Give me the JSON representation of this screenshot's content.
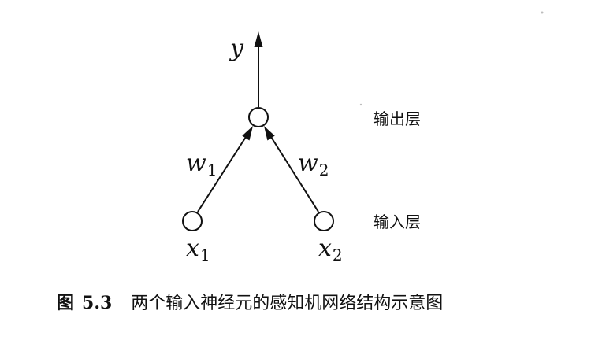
{
  "output": {
    "symbol": "y"
  },
  "weights": [
    {
      "symbol": "w",
      "subscript": "1"
    },
    {
      "symbol": "w",
      "subscript": "2"
    }
  ],
  "inputs": [
    {
      "symbol": "x",
      "subscript": "1"
    },
    {
      "symbol": "x",
      "subscript": "2"
    }
  ],
  "layers": {
    "output_layer": "输出层",
    "input_layer": "输入层"
  },
  "caption": {
    "figure_label": "图",
    "figure_number": "5.3",
    "text": "两个输入神经元的感知机网络结构示意图"
  }
}
